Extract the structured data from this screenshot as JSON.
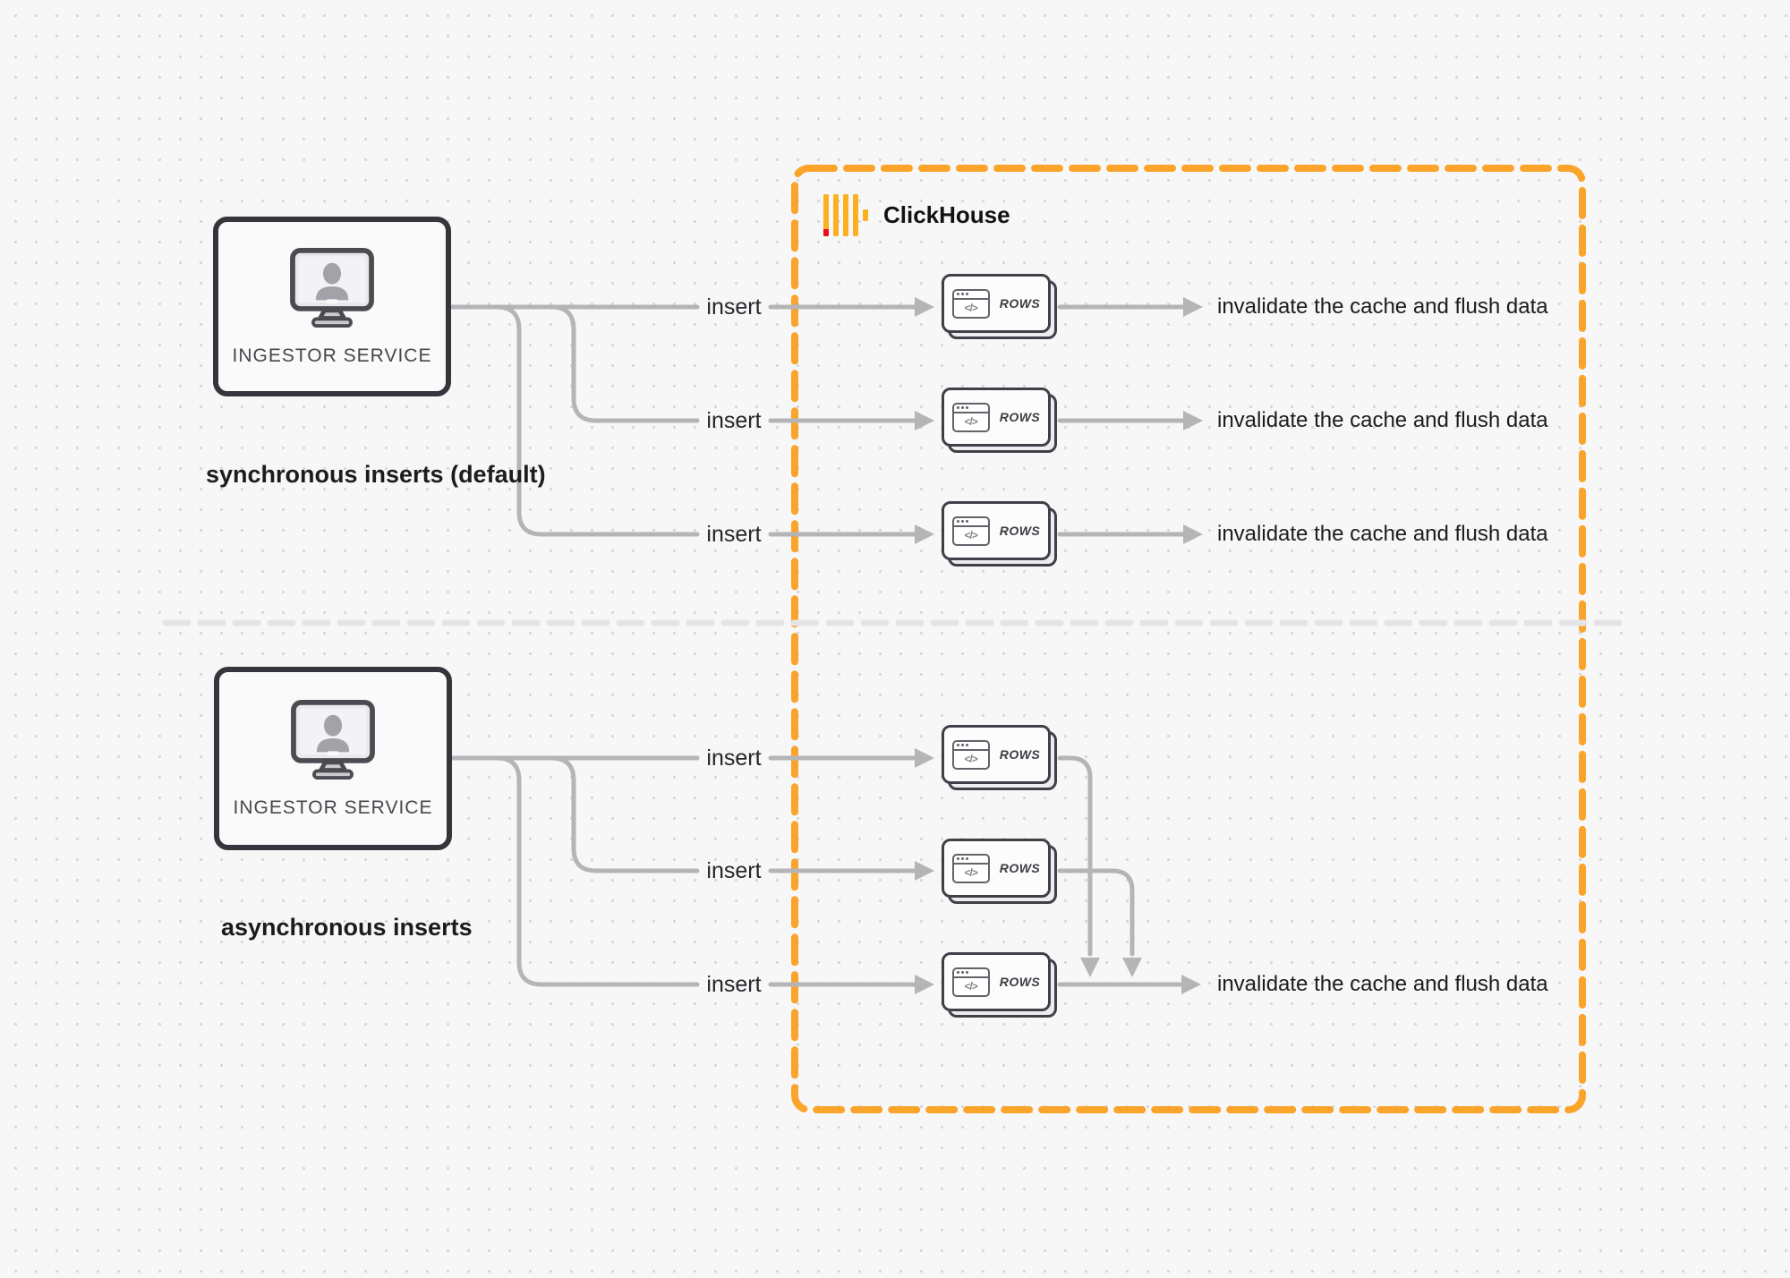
{
  "diagram": {
    "clickhouse": {
      "name": "ClickHouse"
    },
    "code_glyph": "</>",
    "sync": {
      "caption": "synchronous inserts (default)",
      "service": "INGESTOR SERVICE",
      "rows": [
        {
          "insert": "insert",
          "card": "ROWS",
          "result": "invalidate the cache and flush data"
        },
        {
          "insert": "insert",
          "card": "ROWS",
          "result": "invalidate the cache and flush data"
        },
        {
          "insert": "insert",
          "card": "ROWS",
          "result": "invalidate the cache and flush data"
        }
      ]
    },
    "async": {
      "caption": "asynchronous inserts",
      "service": "INGESTOR SERVICE",
      "rows": [
        {
          "insert": "insert",
          "card": "ROWS"
        },
        {
          "insert": "insert",
          "card": "ROWS"
        },
        {
          "insert": "insert",
          "card": "ROWS",
          "result": "invalidate the cache and flush data"
        }
      ]
    },
    "colors": {
      "boundary_orange": "#FBA42B",
      "logo_amber": "#FBB020",
      "logo_red": "#E8111A",
      "connector_gray": "#B5B5B8",
      "box_border": "#35363B",
      "background": "#F7F7F8"
    }
  }
}
